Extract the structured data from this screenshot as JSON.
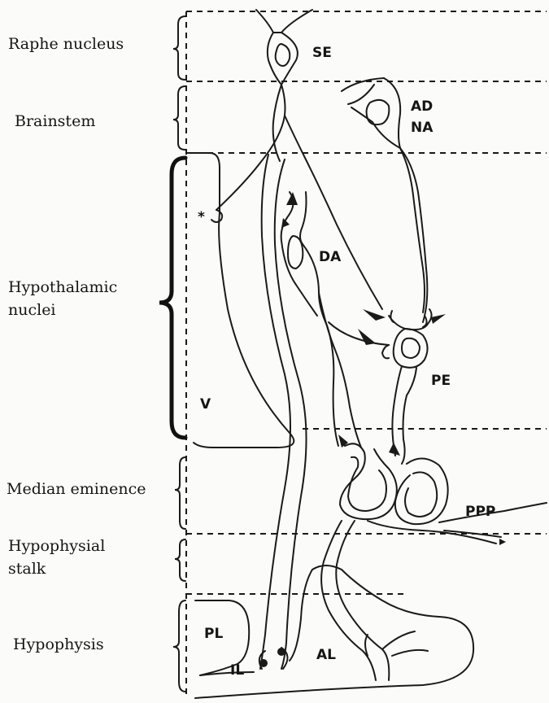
{
  "figure": {
    "regions": [
      {
        "id": "raphe",
        "label": "Raphe nucleus"
      },
      {
        "id": "brainstem",
        "label": "Brainstem"
      },
      {
        "id": "hypothalamic",
        "lines": [
          "Hypothalamic",
          "nuclei"
        ]
      },
      {
        "id": "median",
        "label": "Median eminence"
      },
      {
        "id": "stalk",
        "lines": [
          "Hypophysial",
          "stalk"
        ]
      },
      {
        "id": "hypophysis",
        "label": "Hypophysis"
      }
    ],
    "nodes": {
      "SE": "SE",
      "AD": "AD",
      "NA": "NA",
      "star": "*",
      "DA": "DA",
      "PE": "PE",
      "V": "V",
      "PPP": "PPP",
      "PL": "PL",
      "IL": "IL",
      "AL": "AL"
    }
  }
}
